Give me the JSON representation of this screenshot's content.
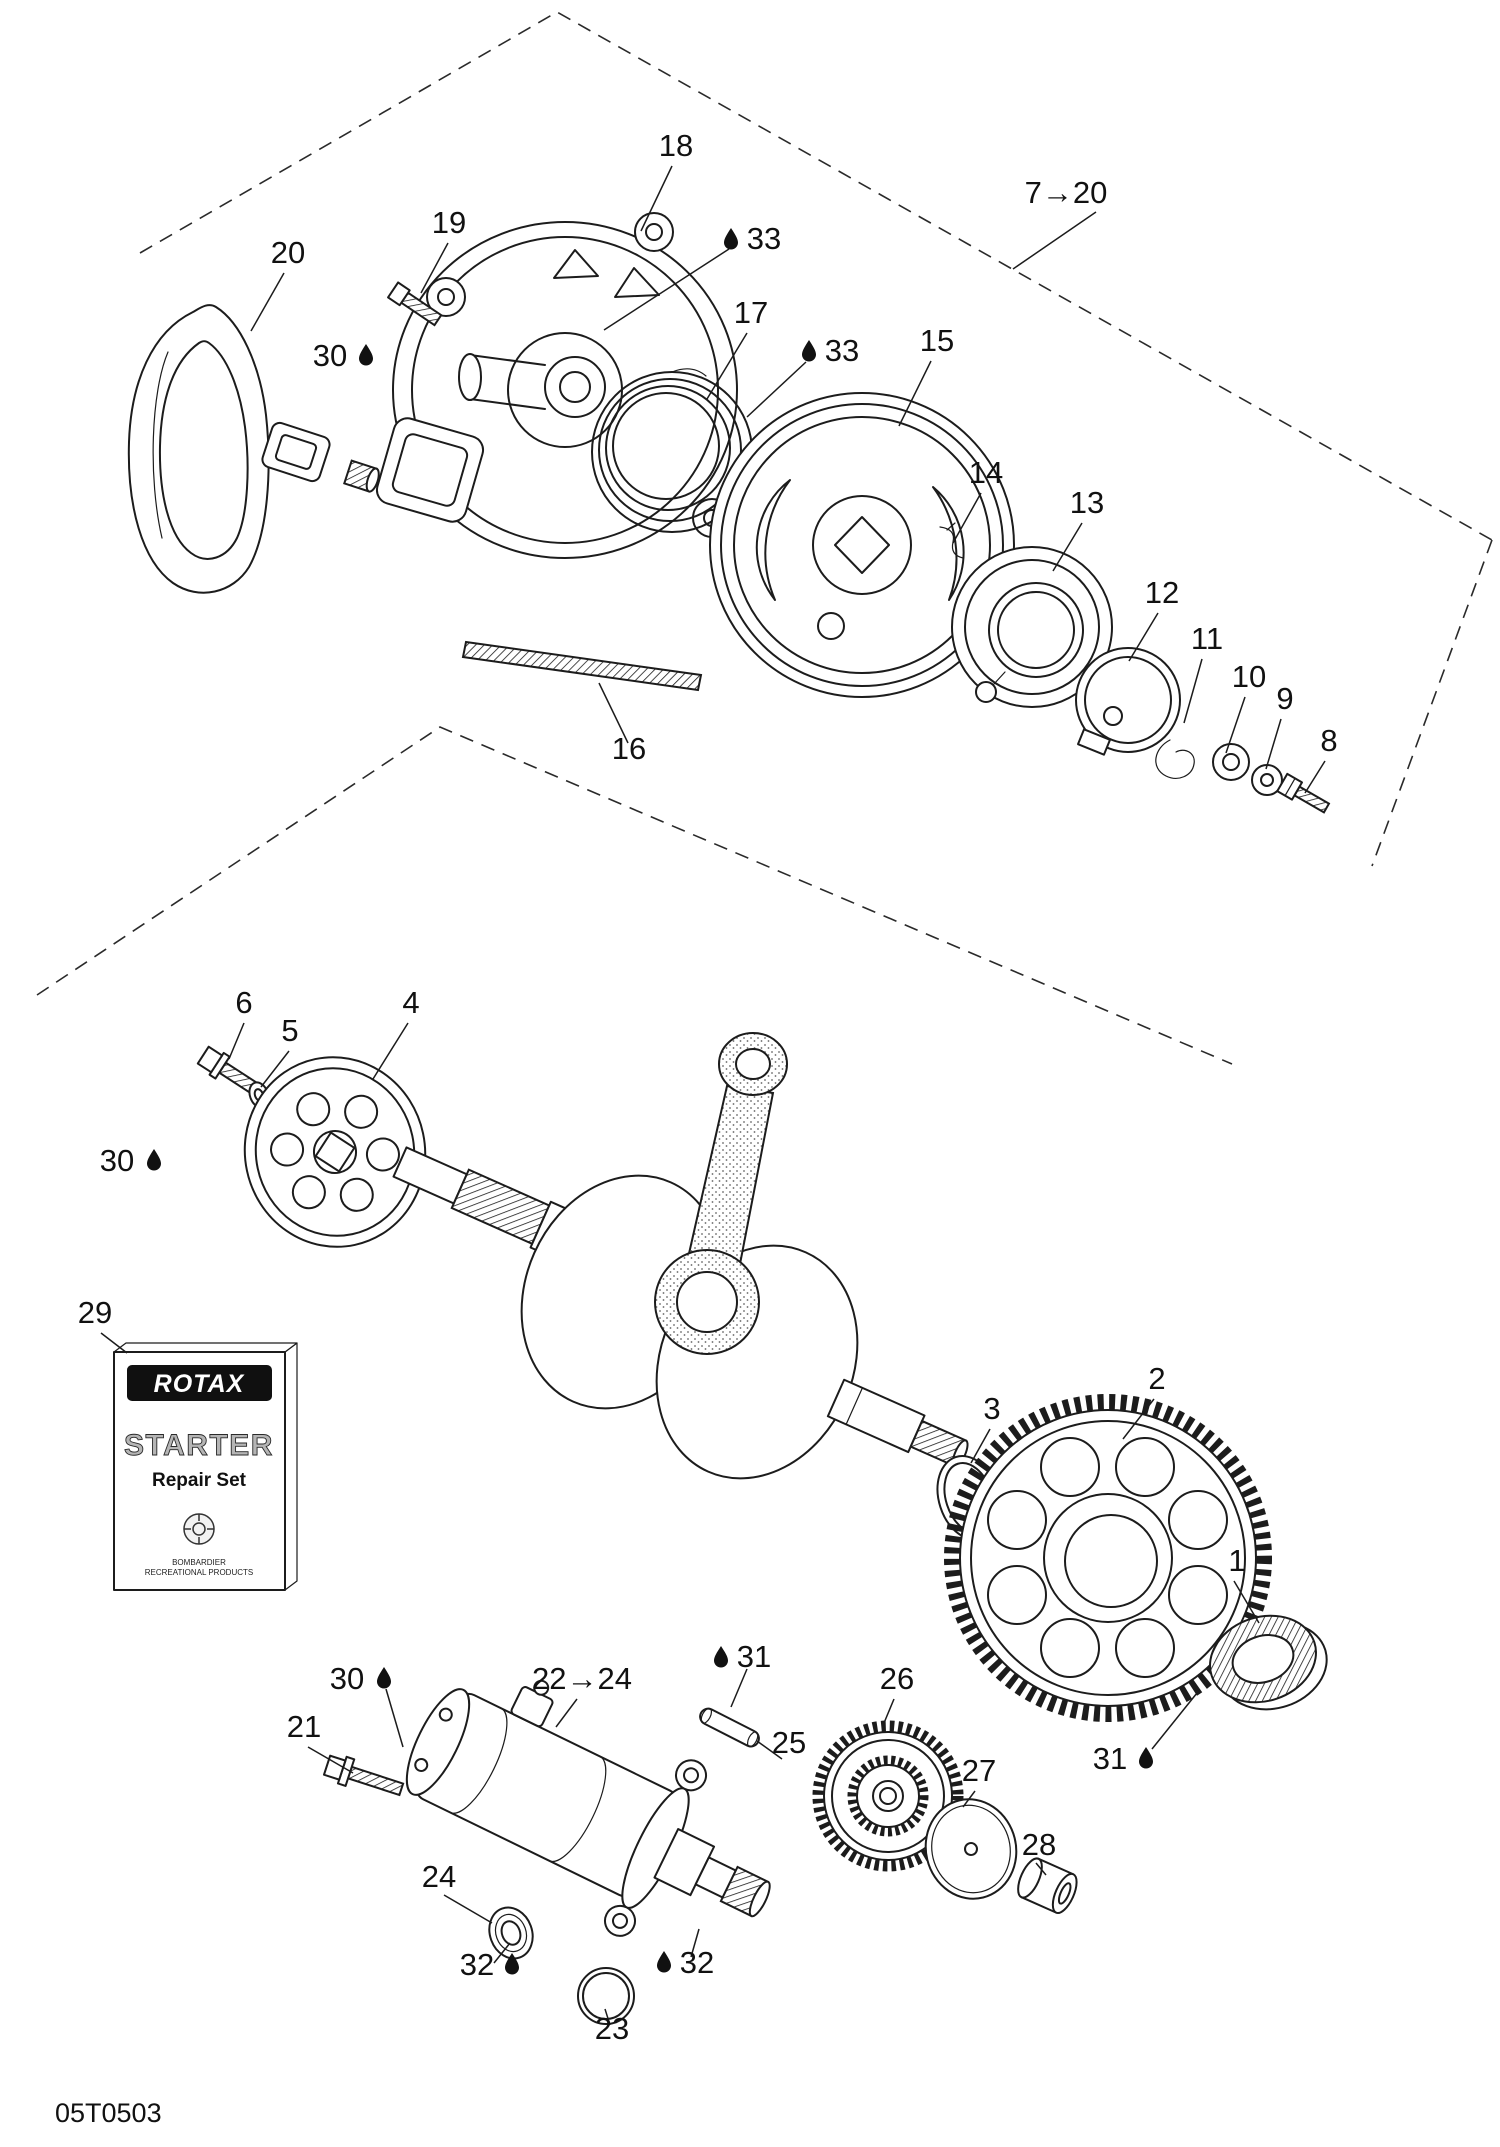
{
  "doc": {
    "code": "05T0503"
  },
  "callouts": {
    "n1": "1",
    "n2": "2",
    "n3": "3",
    "n4": "4",
    "n5": "5",
    "n6": "6",
    "n8": "8",
    "n9": "9",
    "n10": "10",
    "n11": "11",
    "n12": "12",
    "n13": "13",
    "n14": "14",
    "n15": "15",
    "n16": "16",
    "n17": "17",
    "n18": "18",
    "n19": "19",
    "n20": "20",
    "n21": "21",
    "n23": "23",
    "n24": "24",
    "n25": "25",
    "n26": "26",
    "n27": "27",
    "n28": "28",
    "n29": "29",
    "n30": "30",
    "n31": "31",
    "n32": "32",
    "n33": "33",
    "range_recoil": "7→20",
    "range_starter": "22→24"
  },
  "repair_kit": {
    "brand": "ROTAX",
    "title": "STARTER",
    "subtitle": "Repair Set",
    "footer1": "BOMBARDIER",
    "footer2": "RECREATIONAL PRODUCTS"
  },
  "colors": {
    "line": "#1c1c1c",
    "background": "#ffffff"
  }
}
